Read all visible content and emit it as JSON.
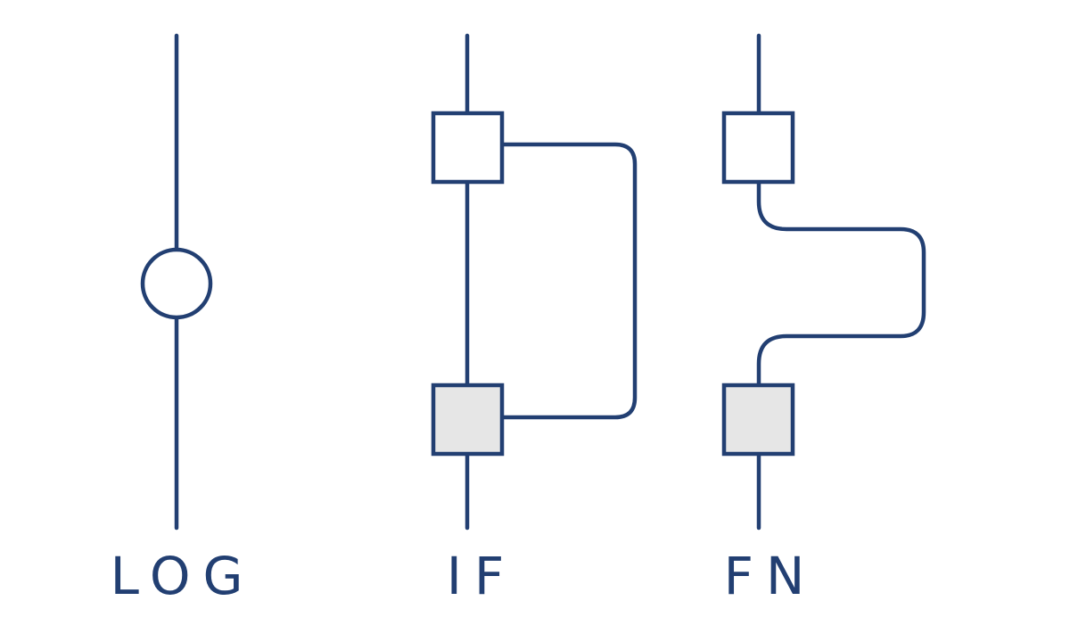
{
  "colors": {
    "stroke": "#223f72",
    "filled_node": "#e6e6e6",
    "background": "#ffffff"
  },
  "diagrams": [
    {
      "id": "log",
      "label": "LOG"
    },
    {
      "id": "if",
      "label": "IF"
    },
    {
      "id": "fn",
      "label": "FN"
    }
  ]
}
